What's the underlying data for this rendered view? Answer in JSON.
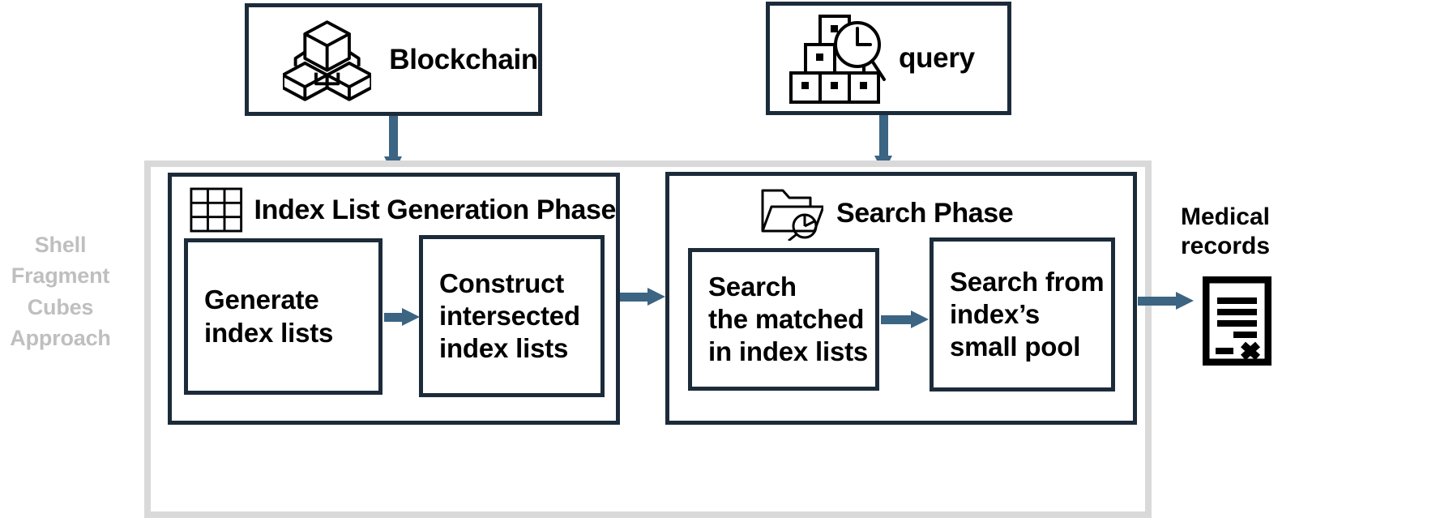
{
  "diagram": {
    "title": "Shell Fragment Cubes Approach pipeline",
    "colors": {
      "border_navy": "#1c2b3a",
      "arrow_blue": "#3c6483",
      "frame_grey": "#d9d9d9",
      "label_grey": "#bfbfbf",
      "background": "#ffffff",
      "icon_black": "#000000"
    }
  },
  "sources": {
    "blockchain": {
      "label": "Blockchain",
      "icon": "blockchain-cubes-icon"
    },
    "query": {
      "label": "query",
      "icon": "boxes-magnifier-icon"
    }
  },
  "approach": {
    "label": "Shell Fragment Cubes Approach",
    "label_lines": [
      "Shell",
      "Fragment",
      "Cubes",
      "Approach"
    ]
  },
  "phases": [
    {
      "id": "index-list-generation",
      "title": "Index List Generation Phase",
      "icon": "grid-table-icon",
      "steps": [
        {
          "id": "generate-index-lists",
          "lines": [
            "Generate",
            "index lists"
          ]
        },
        {
          "id": "construct-intersected-index-lists",
          "lines": [
            "Construct",
            "intersected",
            "index lists"
          ]
        }
      ]
    },
    {
      "id": "search",
      "title": "Search Phase",
      "icon": "folder-search-icon",
      "steps": [
        {
          "id": "search-matched-in-index-lists",
          "lines": [
            "Search",
            "the matched",
            "in index lists"
          ]
        },
        {
          "id": "search-from-index-small-pool",
          "lines": [
            "Search from",
            "index’s",
            "small pool"
          ]
        }
      ]
    }
  ],
  "output": {
    "label_lines": [
      "Medical",
      "records"
    ],
    "label": "Medical records",
    "icon": "medical-record-document-icon"
  },
  "arrows": [
    {
      "id": "blockchain-to-index-phase",
      "direction": "down"
    },
    {
      "id": "query-to-search-phase",
      "direction": "down"
    },
    {
      "id": "generate-to-construct",
      "direction": "right"
    },
    {
      "id": "index-phase-to-search-phase",
      "direction": "right"
    },
    {
      "id": "search-matched-to-small-pool",
      "direction": "right"
    },
    {
      "id": "search-phase-to-medical-records",
      "direction": "right"
    }
  ]
}
